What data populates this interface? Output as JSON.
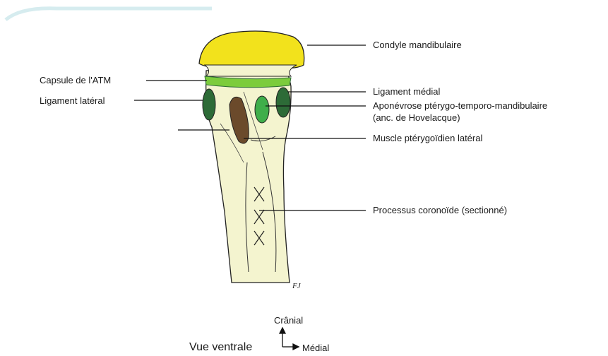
{
  "labels": {
    "condyle": "Condyle mandibulaire",
    "capsule": "Capsule de l'ATM",
    "ligament_lateral": "Ligament latéral",
    "ligament_medial": "Ligament médial",
    "aponevrose_line1": "Aponévrose ptérygo-temporo-mandibulaire",
    "aponevrose_line2": "(anc. de Hovelacque)",
    "muscle": "Muscle ptérygoïdien latéral",
    "processus": "Processus coronoïde (sectionné)"
  },
  "orientation": {
    "view": "Vue ventrale",
    "cranial": "Crânial",
    "medial": "Médial"
  },
  "signature": "FJ",
  "colors": {
    "condyle": "#f2e21c",
    "capsule_band": "#7ccc3c",
    "ligament_dark": "#2d6b37",
    "aponevrose": "#3fae4a",
    "muscle": "#6b4a2b",
    "bone": "#f4f4cf",
    "outline": "#222222",
    "background": "#ffffff"
  }
}
